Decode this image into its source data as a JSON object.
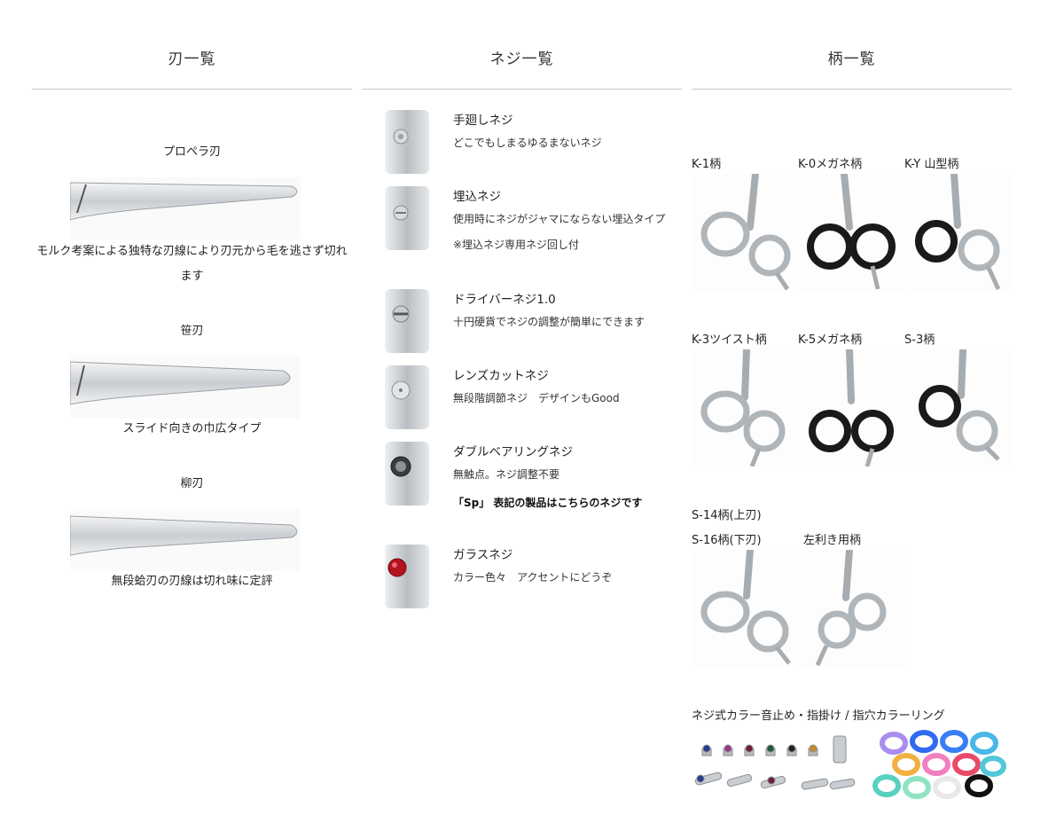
{
  "columns": {
    "blades": {
      "title": "刃一覧",
      "items": [
        {
          "name": "プロペラ刃",
          "desc": "モルク考案による独特な刃線により刃元から毛を逃さず切れます"
        },
        {
          "name": "笹刃",
          "desc": "スライド向きの巾広タイプ"
        },
        {
          "name": "柳刃",
          "desc": "無段蛤刃の刃線は切れ味に定評"
        }
      ]
    },
    "screws": {
      "title": "ネジ一覧",
      "items": [
        {
          "name": "手廻しネジ",
          "desc": "どこでもしまるゆるまないネジ",
          "note": ""
        },
        {
          "name": "埋込ネジ",
          "desc": "使用時にネジがジャマにならない埋込タイプ　※埋込ネジ専用ネジ回し付",
          "note": ""
        },
        {
          "name": "ドライバーネジ1.0",
          "desc": "十円硬貨でネジの調整が簡単にできます",
          "note": ""
        },
        {
          "name": "レンズカットネジ",
          "desc": "無段階調節ネジ　デザインもGood",
          "note": ""
        },
        {
          "name": "ダブルベアリングネジ",
          "desc": "無触点。ネジ調整不要",
          "note": "「Sp」 表記の製品はこちらのネジです"
        },
        {
          "name": "ガラスネジ",
          "desc": "カラー色々　アクセントにどうぞ",
          "note": ""
        }
      ]
    },
    "handles": {
      "title": "柄一覧",
      "row1": [
        "K-1柄",
        "K-0メガネ柄",
        "K-Y 山型柄"
      ],
      "row2": [
        "K-3ツイスト柄",
        "K-5メガネ柄",
        "S-3柄"
      ],
      "row3_top": "S-14柄(上刃)",
      "row3": [
        "S-16柄(下刃)",
        "左利き用柄"
      ],
      "parts_title": "ネジ式カラー音止め・指掛け / 指穴カラーリング"
    }
  },
  "colors": {
    "accent": "#222222",
    "rule": "#c8c8c8",
    "steel": "#b8bcc0",
    "ring_black": "#1a1a1a",
    "jewel_red": "#b3121f"
  },
  "icons": [
    "blade-image",
    "screw-image",
    "scissors-handle-image",
    "parts-image"
  ]
}
